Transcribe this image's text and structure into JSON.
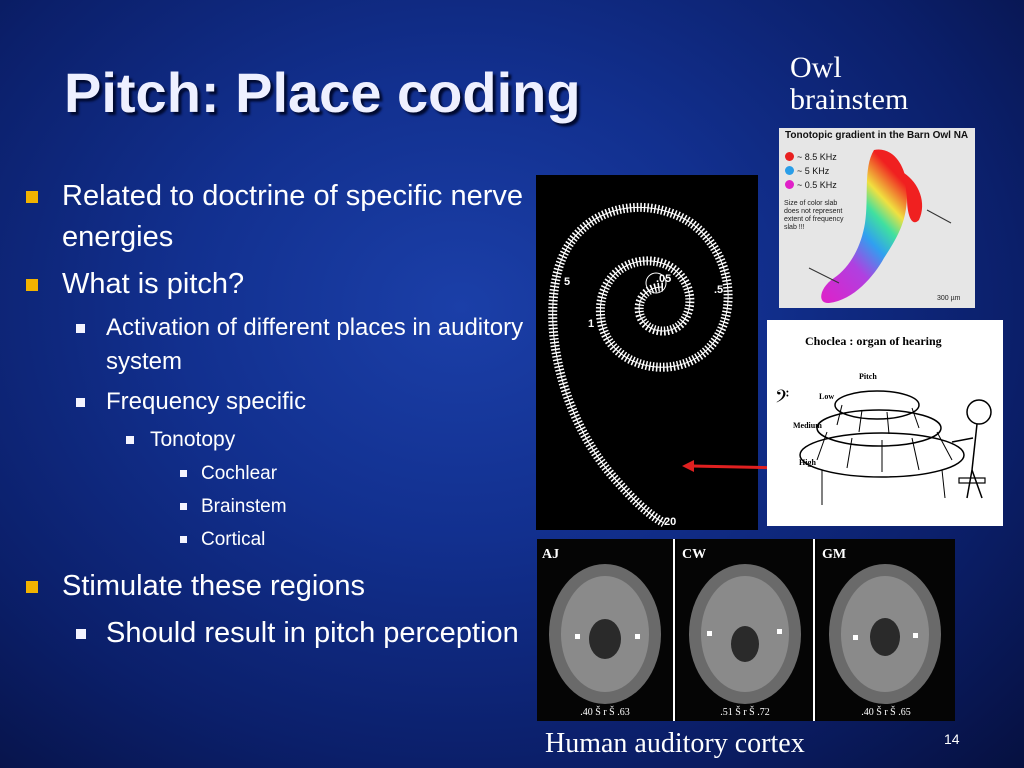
{
  "slide": {
    "title": "Pitch: Place coding",
    "page_number": "14"
  },
  "bullets": {
    "b1": "Related to doctrine of specific nerve energies",
    "b2": "What is pitch?",
    "b2_1": "Activation of different places in auditory system",
    "b2_2": "Frequency specific",
    "b2_2_1": "Tonotopy",
    "b2_2_1_1": "Cochlear",
    "b2_2_1_2": "Brainstem",
    "b2_2_1_3": "Cortical",
    "b3": "Stimulate these regions",
    "b3_1": "Should result in pitch perception"
  },
  "figures": {
    "owl_label": "Owl brainstem",
    "cortex_label": "Human auditory cortex",
    "cochlea": {
      "labels": [
        "5",
        ".05",
        ".5",
        "1",
        "20"
      ]
    },
    "owl": {
      "heading": "Tonotopic gradient in the Barn Owl NA",
      "legend": [
        {
          "text": "~ 8.5 KHz",
          "color": "#e82020"
        },
        {
          "text": "~ 5 KHz",
          "color": "#2a9ee8"
        },
        {
          "text": "~ 0.5 KHz",
          "color": "#e020c8"
        }
      ],
      "note": "Size of color slab does not represent extent of frequency slab !!!",
      "scale": "300 µm"
    },
    "cartoon": {
      "title": "Choclea : organ of hearing",
      "pitch": "Pitch",
      "low": "Low",
      "medium": "Medium",
      "high": "High"
    },
    "mri": [
      {
        "label": "AJ",
        "stat": ".40 Š r Š .63"
      },
      {
        "label": "CW",
        "stat": ".51 Š r Š .72"
      },
      {
        "label": "GM",
        "stat": ".40 Š r Š .65"
      }
    ]
  },
  "colors": {
    "bullet_primary": "#f2b300",
    "arrow": "#e02020"
  }
}
